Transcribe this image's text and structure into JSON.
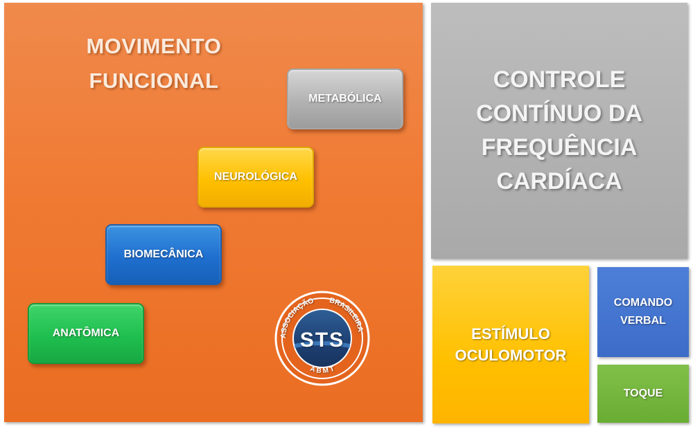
{
  "main_panel": {
    "title_lines": [
      "MOVIMENTO",
      "FUNCIONAL"
    ],
    "color": "#f07a33",
    "steps": [
      {
        "label": "METABÓLICA",
        "color": "#b2b2b2"
      },
      {
        "label": "NEUROLÓGICA",
        "color": "#ffc000"
      },
      {
        "label": "BIOMECÂNICA",
        "color": "#1f6fcf"
      },
      {
        "label": "ANATÔMICA",
        "color": "#1fbf4f"
      }
    ],
    "logo": {
      "center_text": "STS",
      "top_arc_left": "ASSOCIAÇÃO",
      "top_arc_right": "BRASILEIRA",
      "bottom_arc": "A B M T"
    }
  },
  "side_panels": {
    "controle": {
      "lines": [
        "CONTROLE",
        "CONTÍNUO DA",
        "FREQUÊNCIA",
        "CARDÍACA"
      ],
      "color": "#a9a9a9"
    },
    "estimulo": {
      "lines": [
        "ESTÍMULO",
        "OCULOMOTOR"
      ],
      "color": "#ffc000"
    },
    "comando": {
      "lines": [
        "COMANDO",
        "VERBAL"
      ],
      "color": "#3c6cc8"
    },
    "toque": {
      "label": "TOQUE",
      "color": "#6aad33"
    }
  }
}
